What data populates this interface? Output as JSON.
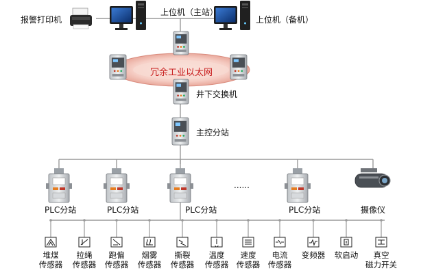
{
  "labels": {
    "alarm_printer": "报警打印机",
    "host_primary": "上位机（主站）",
    "host_backup": "上位机（备机）",
    "ring_network": "冗余工业以太网",
    "underground_switch": "井下交换机",
    "main_station": "主控分站",
    "plc_station": "PLC分站",
    "ellipsis": "......",
    "camera": "摄像仪"
  },
  "plc_stations": [
    "PLC分站",
    "PLC分站",
    "PLC分站",
    "PLC分站"
  ],
  "sensors": [
    {
      "line1": "堆煤",
      "line2": "传感器",
      "icon": "coal-pile-icon"
    },
    {
      "line1": "拉绳",
      "line2": "传感器",
      "icon": "pull-rope-icon"
    },
    {
      "line1": "跑偏",
      "line2": "传感器",
      "icon": "deviation-icon"
    },
    {
      "line1": "烟雾",
      "line2": "传感器",
      "icon": "smoke-icon"
    },
    {
      "line1": "撕裂",
      "line2": "传感器",
      "icon": "tear-icon"
    },
    {
      "line1": "温度",
      "line2": "传感器",
      "icon": "temperature-icon"
    },
    {
      "line1": "速度",
      "line2": "传感器",
      "icon": "speed-icon"
    },
    {
      "line1": "电流",
      "line2": "传感器",
      "icon": "current-icon"
    },
    {
      "line1": "变频器",
      "line2": "",
      "icon": "inverter-icon"
    },
    {
      "line1": "软启动",
      "line2": "",
      "icon": "soft-start-icon"
    },
    {
      "line1": "真空",
      "line2": "磁力开关",
      "icon": "vacuum-switch-icon"
    }
  ],
  "colors": {
    "line": "#9a9a9a",
    "ring_fill": "#f6cfc6",
    "ring_edge": "#d98a7c",
    "ring_text": "#c81e1e",
    "cabinet": "#d7dadd",
    "cabinet_dark": "#6f7378",
    "accent_red": "#c0392b",
    "accent_orange": "#e67e22"
  }
}
